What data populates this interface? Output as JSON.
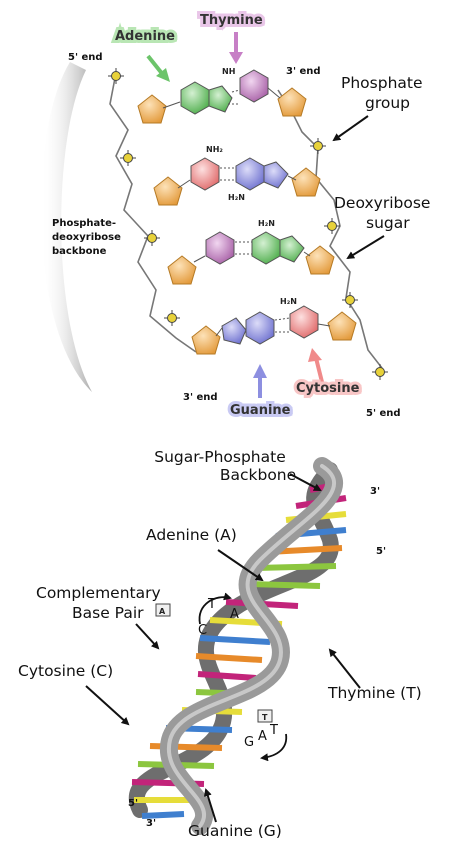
{
  "top_diagram": {
    "base_labels": {
      "adenine": "Adenine",
      "thymine": "Thymine",
      "guanine": "Guanine",
      "cytosine": "Cytosine"
    },
    "end_labels": {
      "five_prime_top": "5' end",
      "three_prime_top": "3' end",
      "three_prime_bottom": "3' end",
      "five_prime_bottom": "5' end"
    },
    "backbone_label": [
      "Phosphate-",
      "deoxyribose",
      "backbone"
    ],
    "callouts": {
      "phosphate_group": [
        "Phosphate",
        "group"
      ],
      "deoxyribose_sugar": [
        "Deoxyribose",
        "sugar"
      ]
    }
  },
  "helix_diagram": {
    "backbone_title": [
      "Sugar-Phosphate",
      "Backbone"
    ],
    "adenine": "Adenine (A)",
    "complementary": [
      "Complementary",
      "Base Pair"
    ],
    "cytosine": "Cytosine (C)",
    "thymine": "Thymine (T)",
    "guanine": "Guanine (G)",
    "pair_letters": {
      "t1": "T",
      "a1": "A",
      "c1": "C",
      "g1": "G",
      "a2": "A",
      "t2": "T"
    },
    "ends": {
      "top_three": "3'",
      "top_five": "5'",
      "bottom_five": "5'",
      "bottom_three": "3'"
    },
    "boxes": {
      "left": "A",
      "right": "T"
    }
  },
  "colors": {
    "adenine": "#6cc46a",
    "thymine": "#c77fc6",
    "guanine": "#8d8fe0",
    "cytosine": "#f08a8a",
    "sugar": "#f3b15a",
    "phosphate": "#e8d23a",
    "ribbon": "#9a9a9a",
    "ribbon_dark": "#6e6e6e",
    "rung_magenta": "#c2247a",
    "rung_yellow": "#e6dd3a",
    "rung_blue": "#3f7fcf",
    "rung_orange": "#e78a2a",
    "rung_green": "#8cc63f"
  }
}
